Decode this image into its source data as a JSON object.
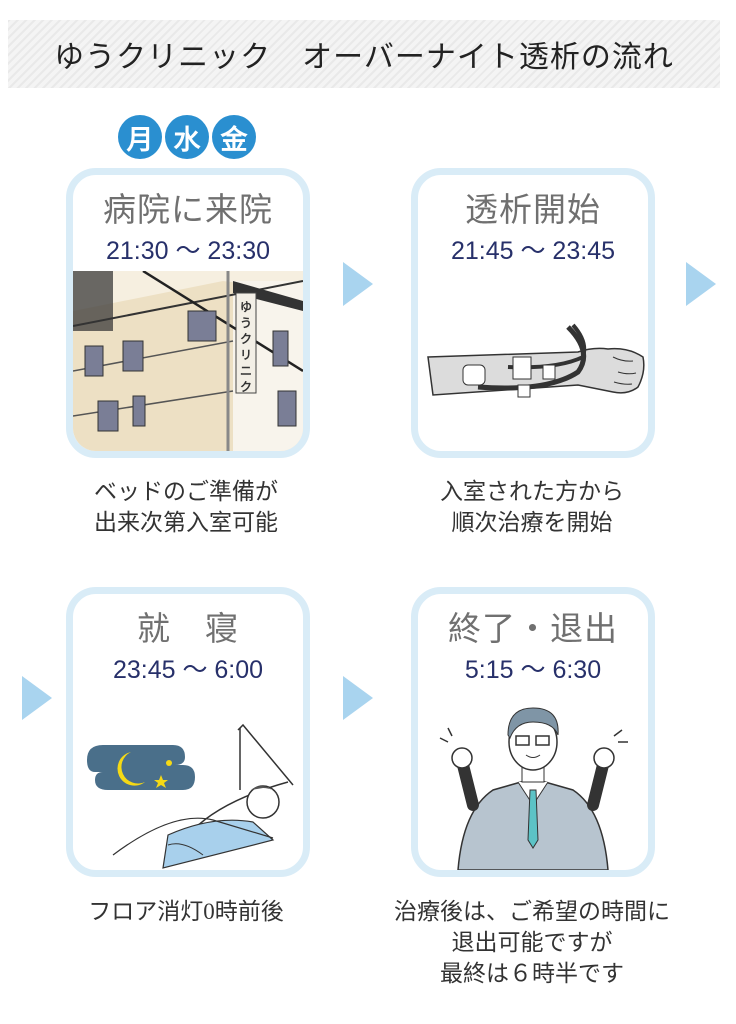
{
  "header": {
    "title": "ゆうクリニック　オーバーナイト透析の流れ"
  },
  "days": [
    {
      "label": "月",
      "color": "#2a8fd0"
    },
    {
      "label": "水",
      "color": "#2a8fd0"
    },
    {
      "label": "金",
      "color": "#2a8fd0"
    }
  ],
  "steps": [
    {
      "heading": "病院に来院",
      "time": "21:30 ～ 23:30",
      "illustration": "clinic-building",
      "caption": [
        "ベッドのご準備が",
        "出来次第入室可能"
      ]
    },
    {
      "heading": "透析開始",
      "time": "21:45 ～ 23:45",
      "illustration": "dialysis-arm",
      "caption": [
        "入室された方から",
        "順次治療を開始"
      ]
    },
    {
      "heading": "就　寝",
      "time": "23:45 ～ 6:00",
      "illustration": "sleeping-patient",
      "caption": [
        "フロア消灯0時前後"
      ]
    },
    {
      "heading": "終了・退出",
      "time": "5:15 ～ 6:30",
      "illustration": "cheering-man",
      "caption": [
        "治療後は、ご希望の時間に",
        "退出可能ですが",
        "最終は６時半です"
      ]
    }
  ],
  "building_sign": "ゆうクリニック",
  "colors": {
    "card_border": "#d9ecf7",
    "arrow": "#a9d4ef",
    "time_text": "#27306a",
    "heading_text": "#707070",
    "day_badge": "#2a8fd0"
  }
}
